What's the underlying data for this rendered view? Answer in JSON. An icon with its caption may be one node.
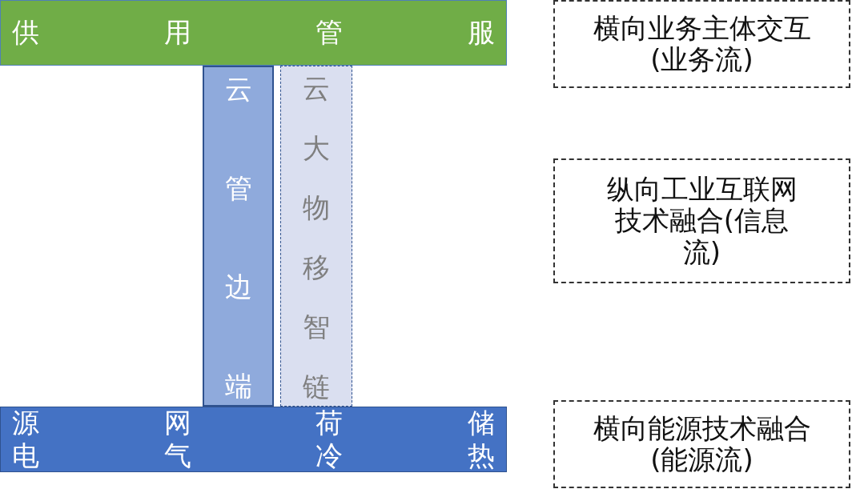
{
  "diagram": {
    "nodes": [
      {
        "text": [
          "供",
          "用",
          "管",
          "服"
        ]
      },
      {
        "text": [
          "云",
          "管",
          "边",
          "端"
        ]
      },
      {
        "text": [
          "云",
          "大",
          "物",
          "移",
          "智",
          "链"
        ]
      },
      {
        "text": [
          "源",
          "网",
          "荷",
          "储",
          "电",
          "气",
          "冷",
          "热"
        ]
      },
      {
        "text": [
          "横向业务主体交互(业务流)"
        ]
      },
      {
        "text": [
          "纵向工业互联网技术融合(信息流)"
        ]
      },
      {
        "text": [
          "横向能源技术融合(能源流)"
        ]
      }
    ]
  }
}
